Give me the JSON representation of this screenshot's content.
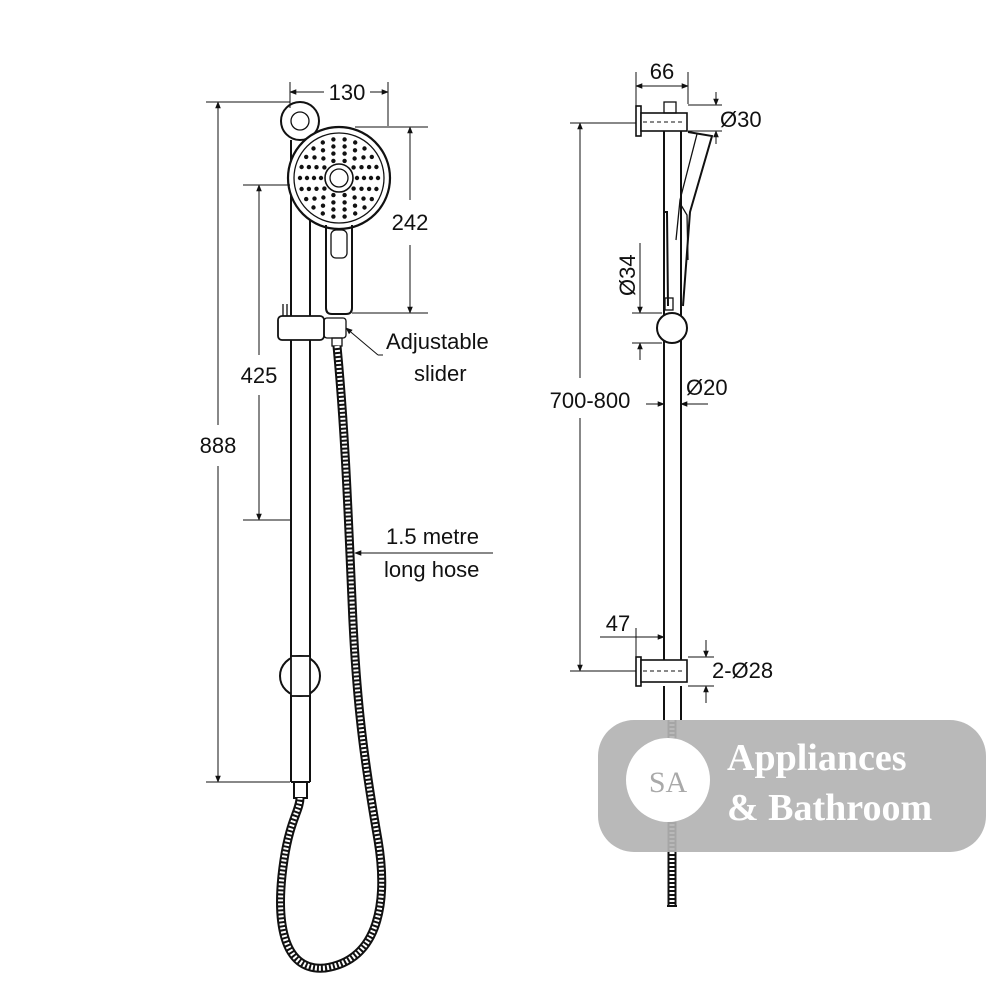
{
  "dimensions": {
    "head_width": "130",
    "head_height": "242",
    "slider_to_head": "425",
    "overall_height": "888",
    "bracket_projection_top": "66",
    "bracket_diameter_top": "Ø30",
    "slider_diameter": "Ø34",
    "rail_length": "700-800",
    "rail_diameter": "Ø20",
    "bracket_projection_bottom": "47",
    "bracket_diameter_bottom": "2-Ø28"
  },
  "callouts": {
    "slider_line1": "Adjustable",
    "slider_line2": "slider",
    "hose_line1": "1.5 metre",
    "hose_line2": "long hose"
  },
  "watermark": {
    "logo_letters": "SA",
    "line1": "Appliances",
    "line2": "& Bathroom",
    "color": "#b3b3b3"
  }
}
